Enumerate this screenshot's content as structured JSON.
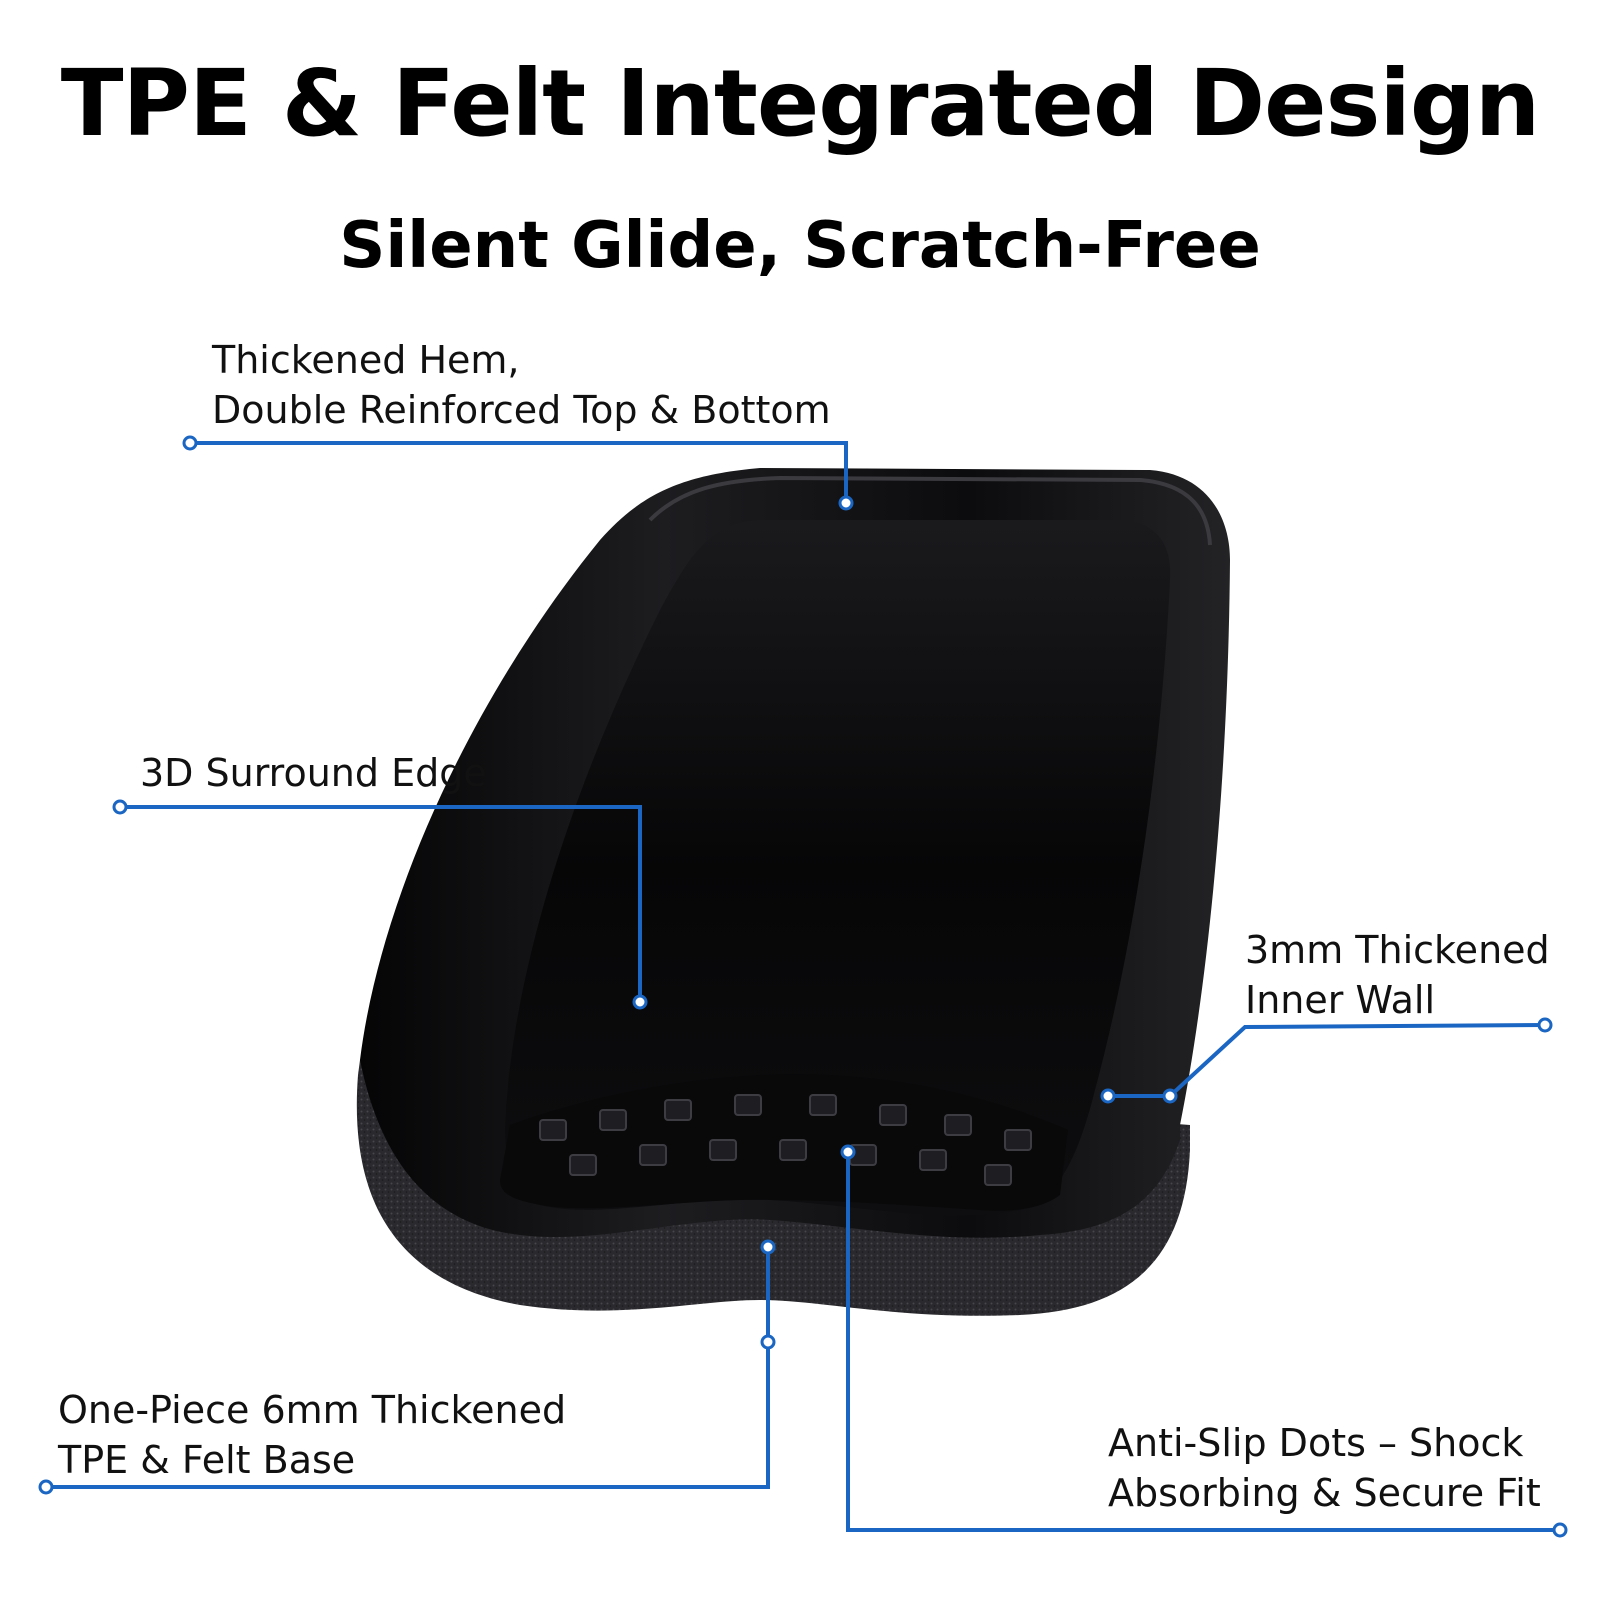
{
  "heading": {
    "title": "TPE & Felt Integrated Design",
    "subtitle": "Silent Glide, Scratch-Free"
  },
  "callouts": {
    "hem": {
      "line1": "Thickened Hem,",
      "line2": "Double Reinforced Top & Bottom"
    },
    "edge": {
      "line1": "3D Surround Edge"
    },
    "wall": {
      "line1": "3mm Thickened",
      "line2": "Inner Wall"
    },
    "base": {
      "line1": "One-Piece 6mm Thickened",
      "line2": "TPE & Felt Base"
    },
    "dots": {
      "line1": "Anti-Slip Dots – Shock",
      "line2": "Absorbing & Secure Fit"
    }
  },
  "colors": {
    "leader_line": "#1a66c2",
    "product_body": "#121214",
    "felt": "#2a2a2e"
  },
  "icons": {
    "product": "chair-leg-cap-icon"
  }
}
